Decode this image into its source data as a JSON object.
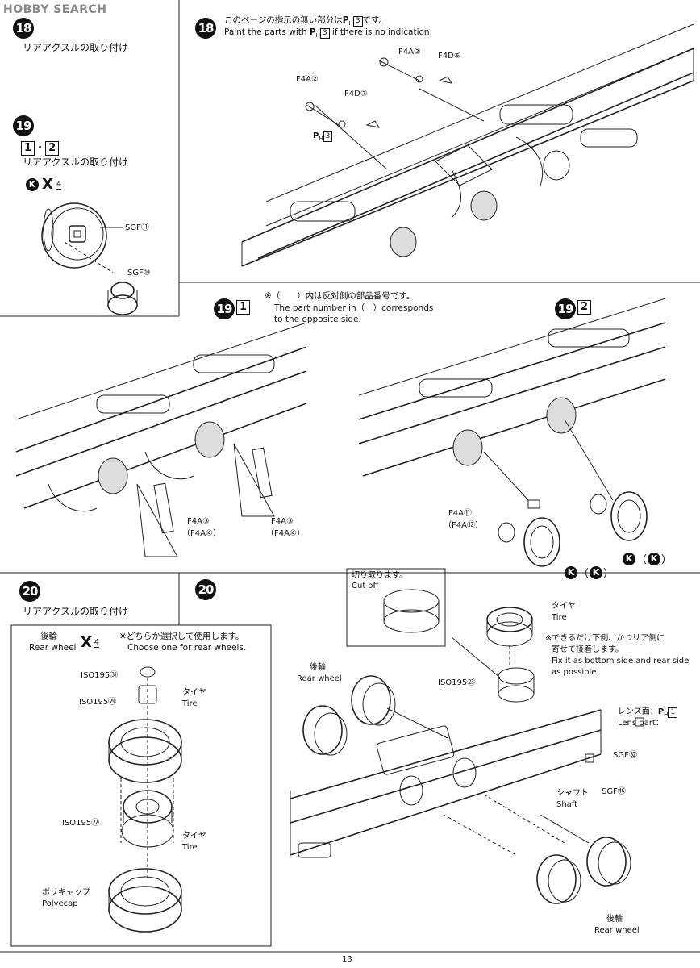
{
  "watermark": "HOBBY SEARCH",
  "page_number": "13",
  "step18_left": {
    "number": "18",
    "title_jp": "リアアクスルの取り付け"
  },
  "step19_left": {
    "number": "19",
    "sub_a": "1",
    "sub_dot": "・",
    "sub_b": "2",
    "title_jp": "リアアクスルの取り付け",
    "hardware_k": "K",
    "hardware_x": "X",
    "hardware_count": "4",
    "label_sgf11": "SGF⑪",
    "label_sgf10": "SGF⑩"
  },
  "step18_right": {
    "number": "18",
    "note_jp_pre": "このページの指示の無い部分は",
    "note_jp_ph": "P",
    "note_jp_ph_sub": "H",
    "note_jp_num": "3",
    "note_jp_post": "です。",
    "note_en_pre": "Paint the parts with",
    "note_en_post": "if there is no indication.",
    "labels": [
      "F4A②",
      "F4D⑥",
      "F4A②",
      "F4D⑦"
    ],
    "paint_label": "3"
  },
  "step19_1": {
    "number": "19",
    "sub": "1",
    "note_jp": "※（　　）内は反対側の部品番号です。",
    "note_en1": "The part number in（　）corresponds",
    "note_en2": "to the opposite side.",
    "label_a1": "F4A③",
    "label_a2": "（F4A④）",
    "label_b1": "F4A③",
    "label_b2": "（F4A④）"
  },
  "step19_2": {
    "number": "19",
    "sub": "2",
    "label_1": "F4A⑪",
    "label_2": "（F4A⑫）",
    "k_left": "K",
    "k_left_paren": "K",
    "k_right": "K",
    "k_right_paren": "K"
  },
  "step20_left": {
    "number": "20",
    "title_jp": "リアアクスルの取り付け",
    "box_title_jp": "後輪",
    "box_title_en": "Rear wheel",
    "box_x": "X",
    "box_count": "4",
    "box_note_jp": "※どちらか選択して使用します。",
    "box_note_en": "Choose one for rear wheels.",
    "iso31": "ISO195㉛",
    "iso29": "ISO195㉙",
    "tire_jp": "タイヤ",
    "tire_en": "Tire",
    "iso22": "ISO195㉒",
    "tire2_jp": "タイヤ",
    "tire2_en": "Tire",
    "polycap_jp": "ポリキャップ",
    "polycap_en": "Polyecap"
  },
  "step20_right": {
    "number": "20",
    "cutoff_jp": "切り取ります。",
    "cutoff_en": "Cut off",
    "tire_jp": "タイヤ",
    "tire_en": "Tire",
    "note_jp1": "※できるだけ下側、かつリア側に",
    "note_jp2": "寄せて接着します。",
    "note_en1": "Fix it as bottom side and rear side",
    "note_en2": "as possible.",
    "rear_jp": "後輪",
    "rear_en": "Rear wheel",
    "iso23": "ISO195㉓",
    "lens_jp": "レンズ面：",
    "lens_en": "Lens part：",
    "lens_paint": "1",
    "sgf32": "SGF㉜",
    "sgf46": "SGF㊻",
    "shaft_jp": "シャフト",
    "shaft_en": "Shaft",
    "rear2_jp": "後輪",
    "rear2_en": "Rear wheel"
  }
}
